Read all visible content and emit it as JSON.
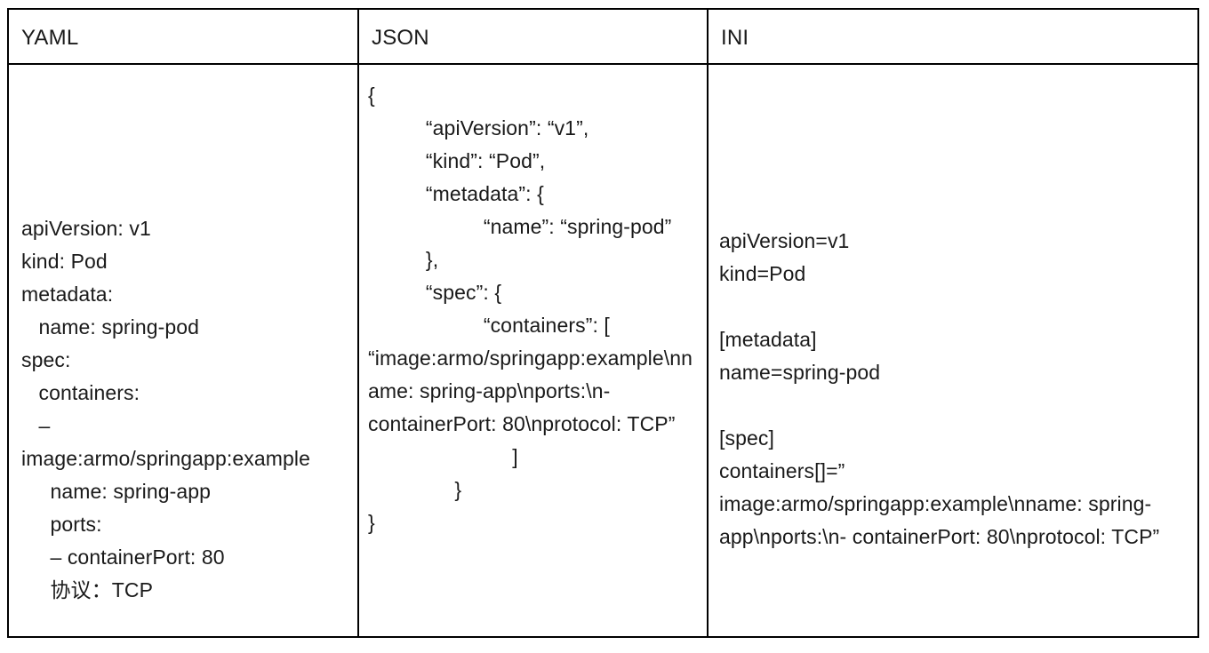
{
  "table": {
    "columns": [
      {
        "id": "yaml",
        "header": "YAML"
      },
      {
        "id": "json",
        "header": "JSON"
      },
      {
        "id": "ini",
        "header": "INI"
      }
    ],
    "cells": {
      "yaml": "apiVersion: v1\nkind: Pod\nmetadata:\n   name: spring-pod\nspec:\n   containers:\n   –\nimage:armo/springapp:example\n     name: spring-app\n     ports:\n     – containerPort: 80\n     协议：TCP",
      "json": "{\n          “apiVersion”: “v1”,\n          “kind”: “Pod”,\n          “metadata”: {\n                    “name”: “spring-pod”\n          },\n          “spec”: {\n                    “containers”: [\n“image:armo/springapp:example\\nname: spring-app\\nports:\\n- containerPort: 80\\nprotocol: TCP”\n                         ]\n               }\n}",
      "ini": "apiVersion=v1\nkind=Pod\n\n[metadata]\nname=spring-pod\n\n[spec]\ncontainers[]=”\nimage:armo/springapp:example\\nname: spring-app\\nports:\\n- containerPort: 80\\nprotocol: TCP”"
    }
  },
  "style": {
    "border_color": "#000000",
    "text_color": "#1a1a1a",
    "background": "#ffffff"
  }
}
